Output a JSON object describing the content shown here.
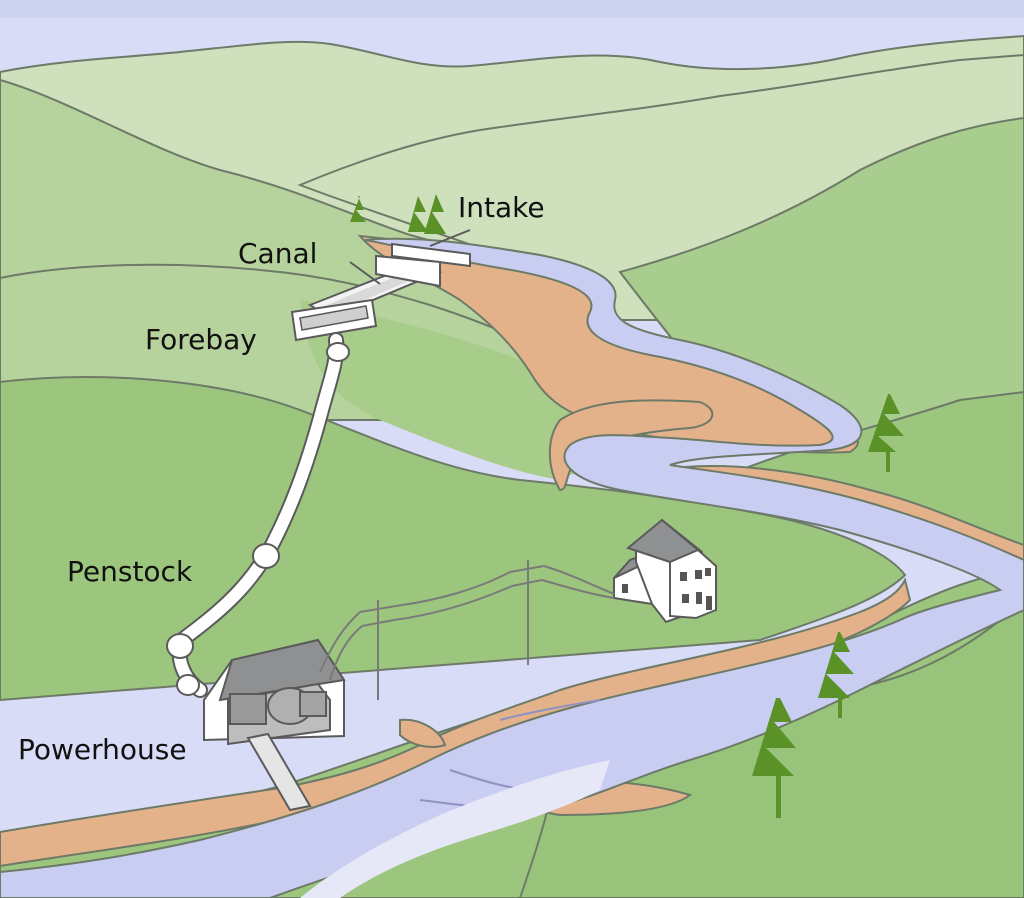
{
  "labels": {
    "intake": "Intake",
    "canal": "Canal",
    "forebay": "Forebay",
    "penstock": "Penstock",
    "powerhouse": "Powerhouse"
  },
  "colors": {
    "sky": "#d8dcf6",
    "far_hills": "#cfe0bd",
    "mid_hills": "#b6d39e",
    "near_hills": "#9cc67e",
    "water": "#c9cdf2",
    "river_bank": "#e4b28a",
    "trees": "#5a9228",
    "structures": "#ffffff",
    "roof": "#8e9092",
    "outline": "#5a5a5a"
  }
}
